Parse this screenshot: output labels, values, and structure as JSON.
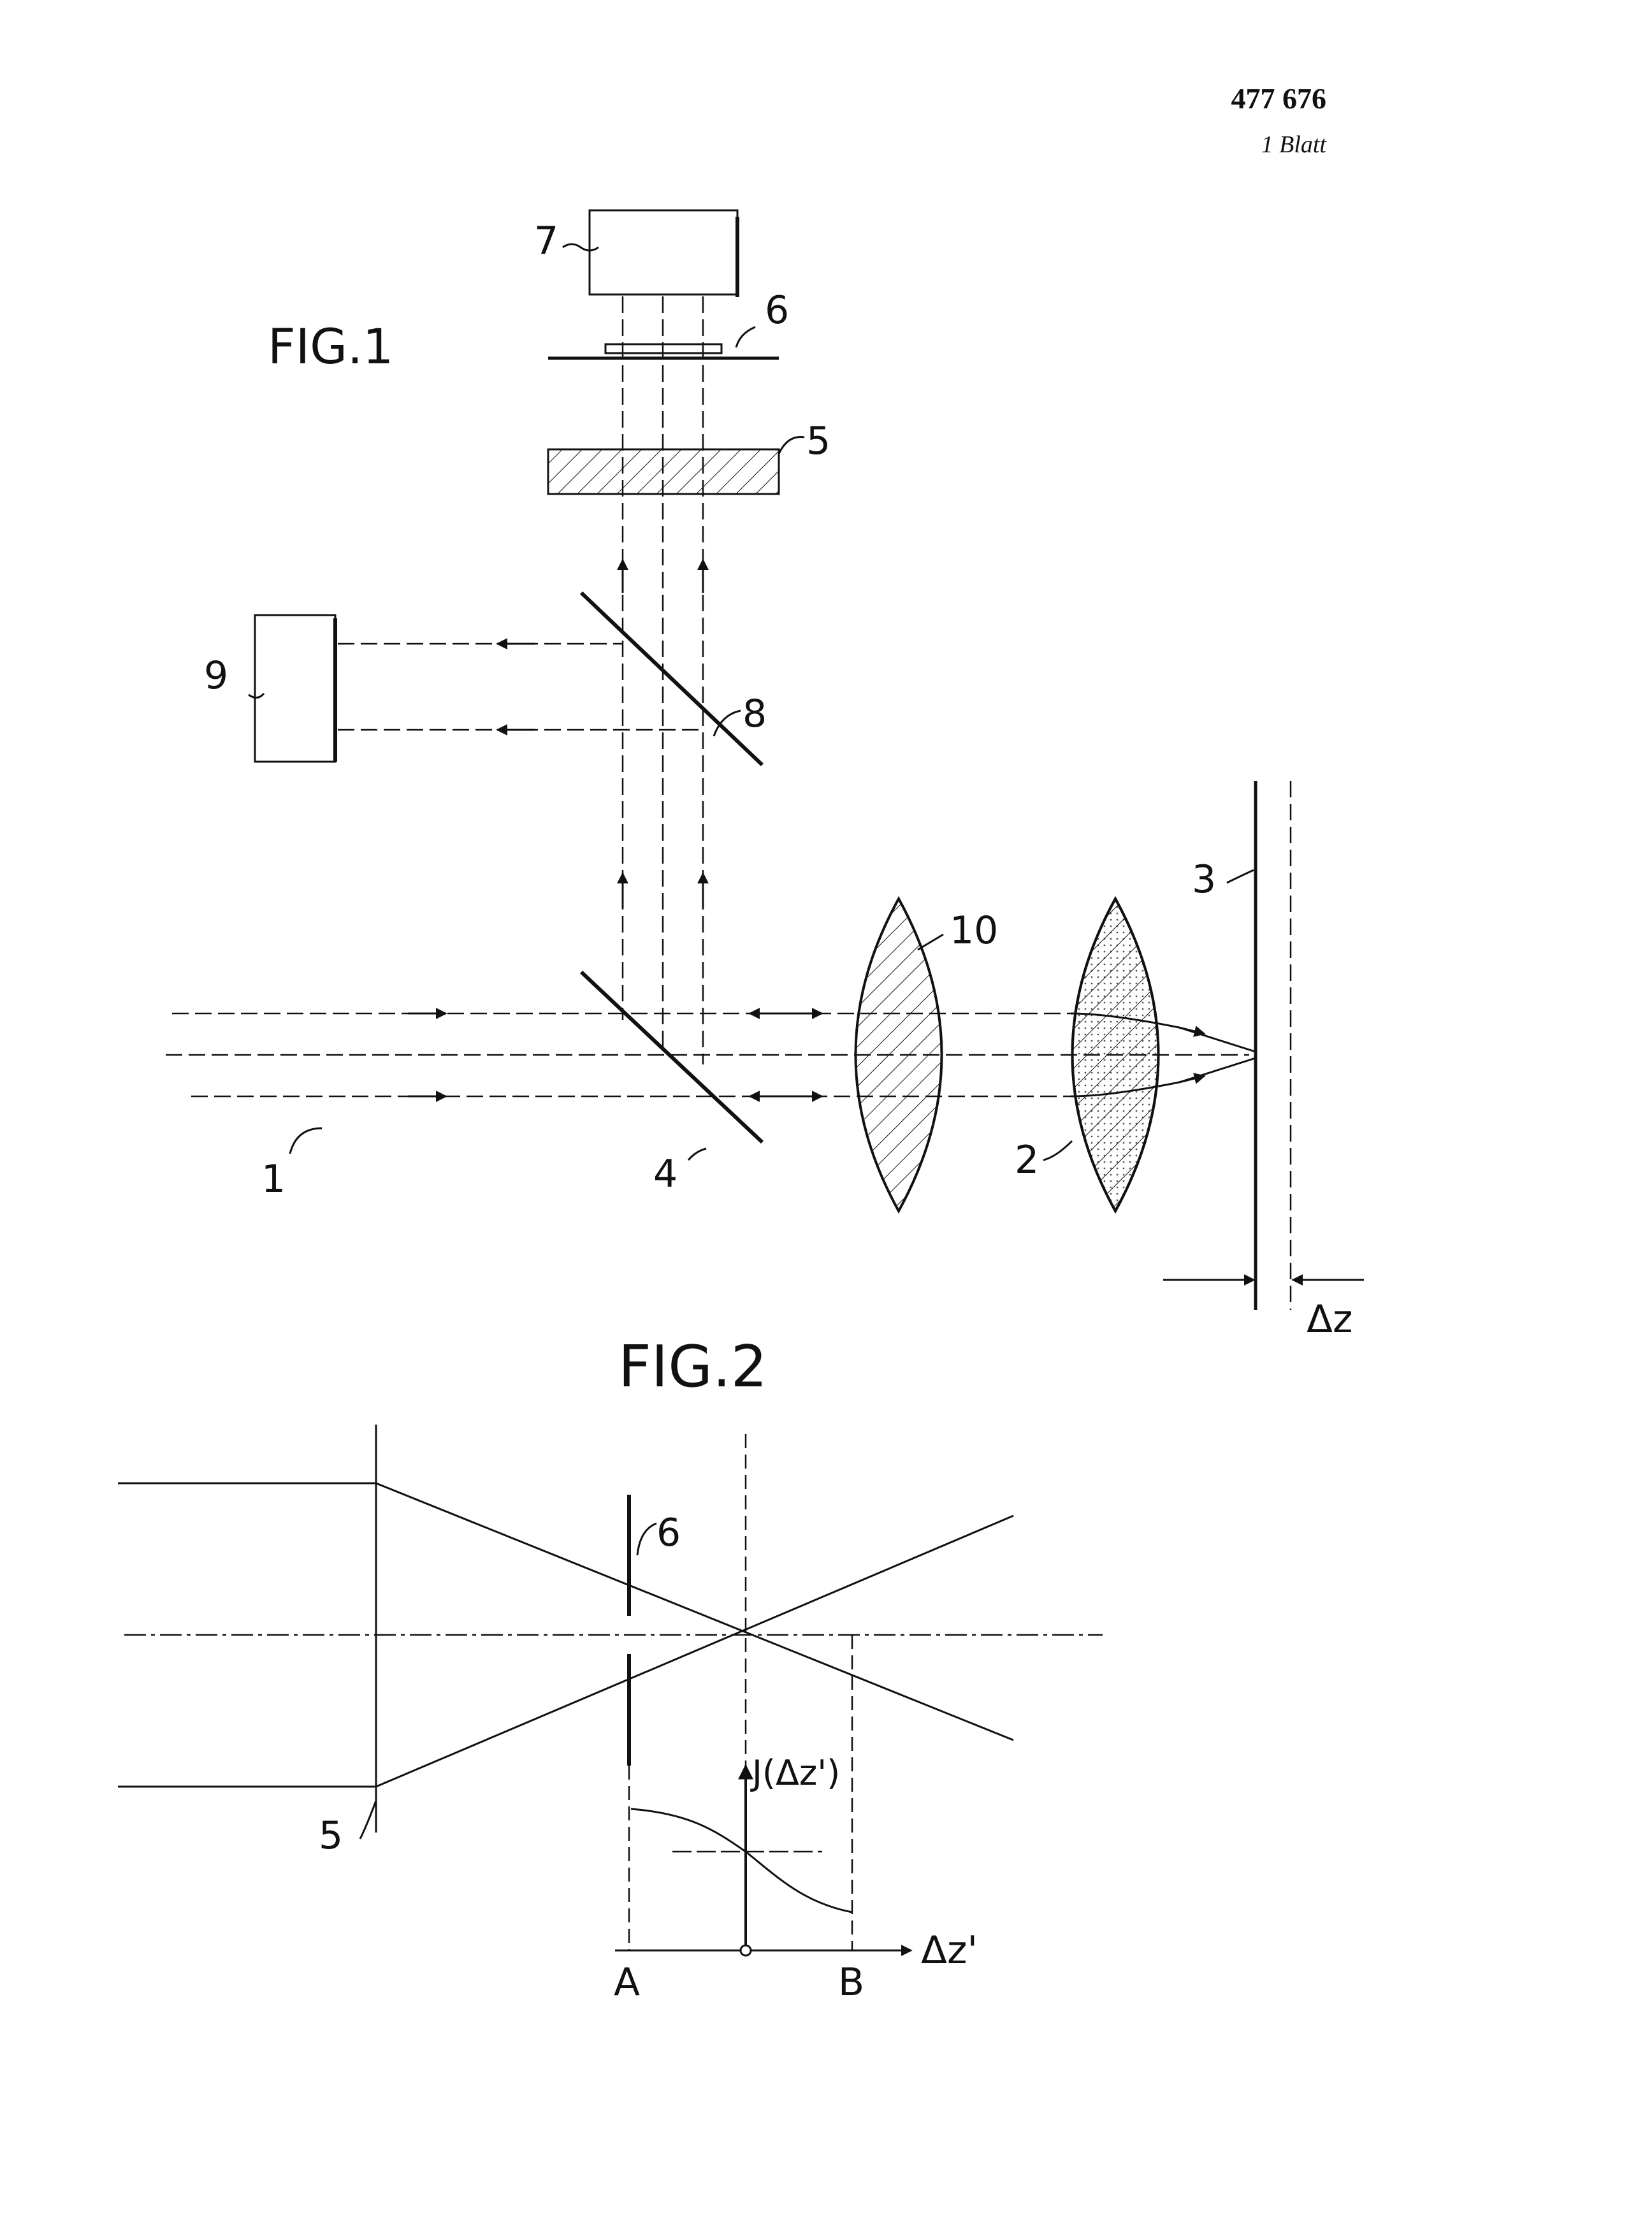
{
  "header": {
    "patent_number": "477 676",
    "sheet_count": "1 Blatt"
  },
  "fig1": {
    "title": "FIG.1",
    "labels": {
      "beam": "1",
      "lens_objective": "2",
      "surface": "3",
      "beam_splitter": "4",
      "element5": "5",
      "element6": "6",
      "detector7": "7",
      "beam_splitter8": "8",
      "detector9": "9",
      "lens10": "10",
      "delta_z": "Δz"
    }
  },
  "fig2": {
    "title": "FIG.2",
    "labels": {
      "element6": "6",
      "element5": "5",
      "y_axis": "J(Δz')",
      "x_axis": "Δz'",
      "point_a": "A",
      "point_b": "B"
    }
  },
  "colors": {
    "ink": "#111111",
    "paper": "#ffffff"
  }
}
